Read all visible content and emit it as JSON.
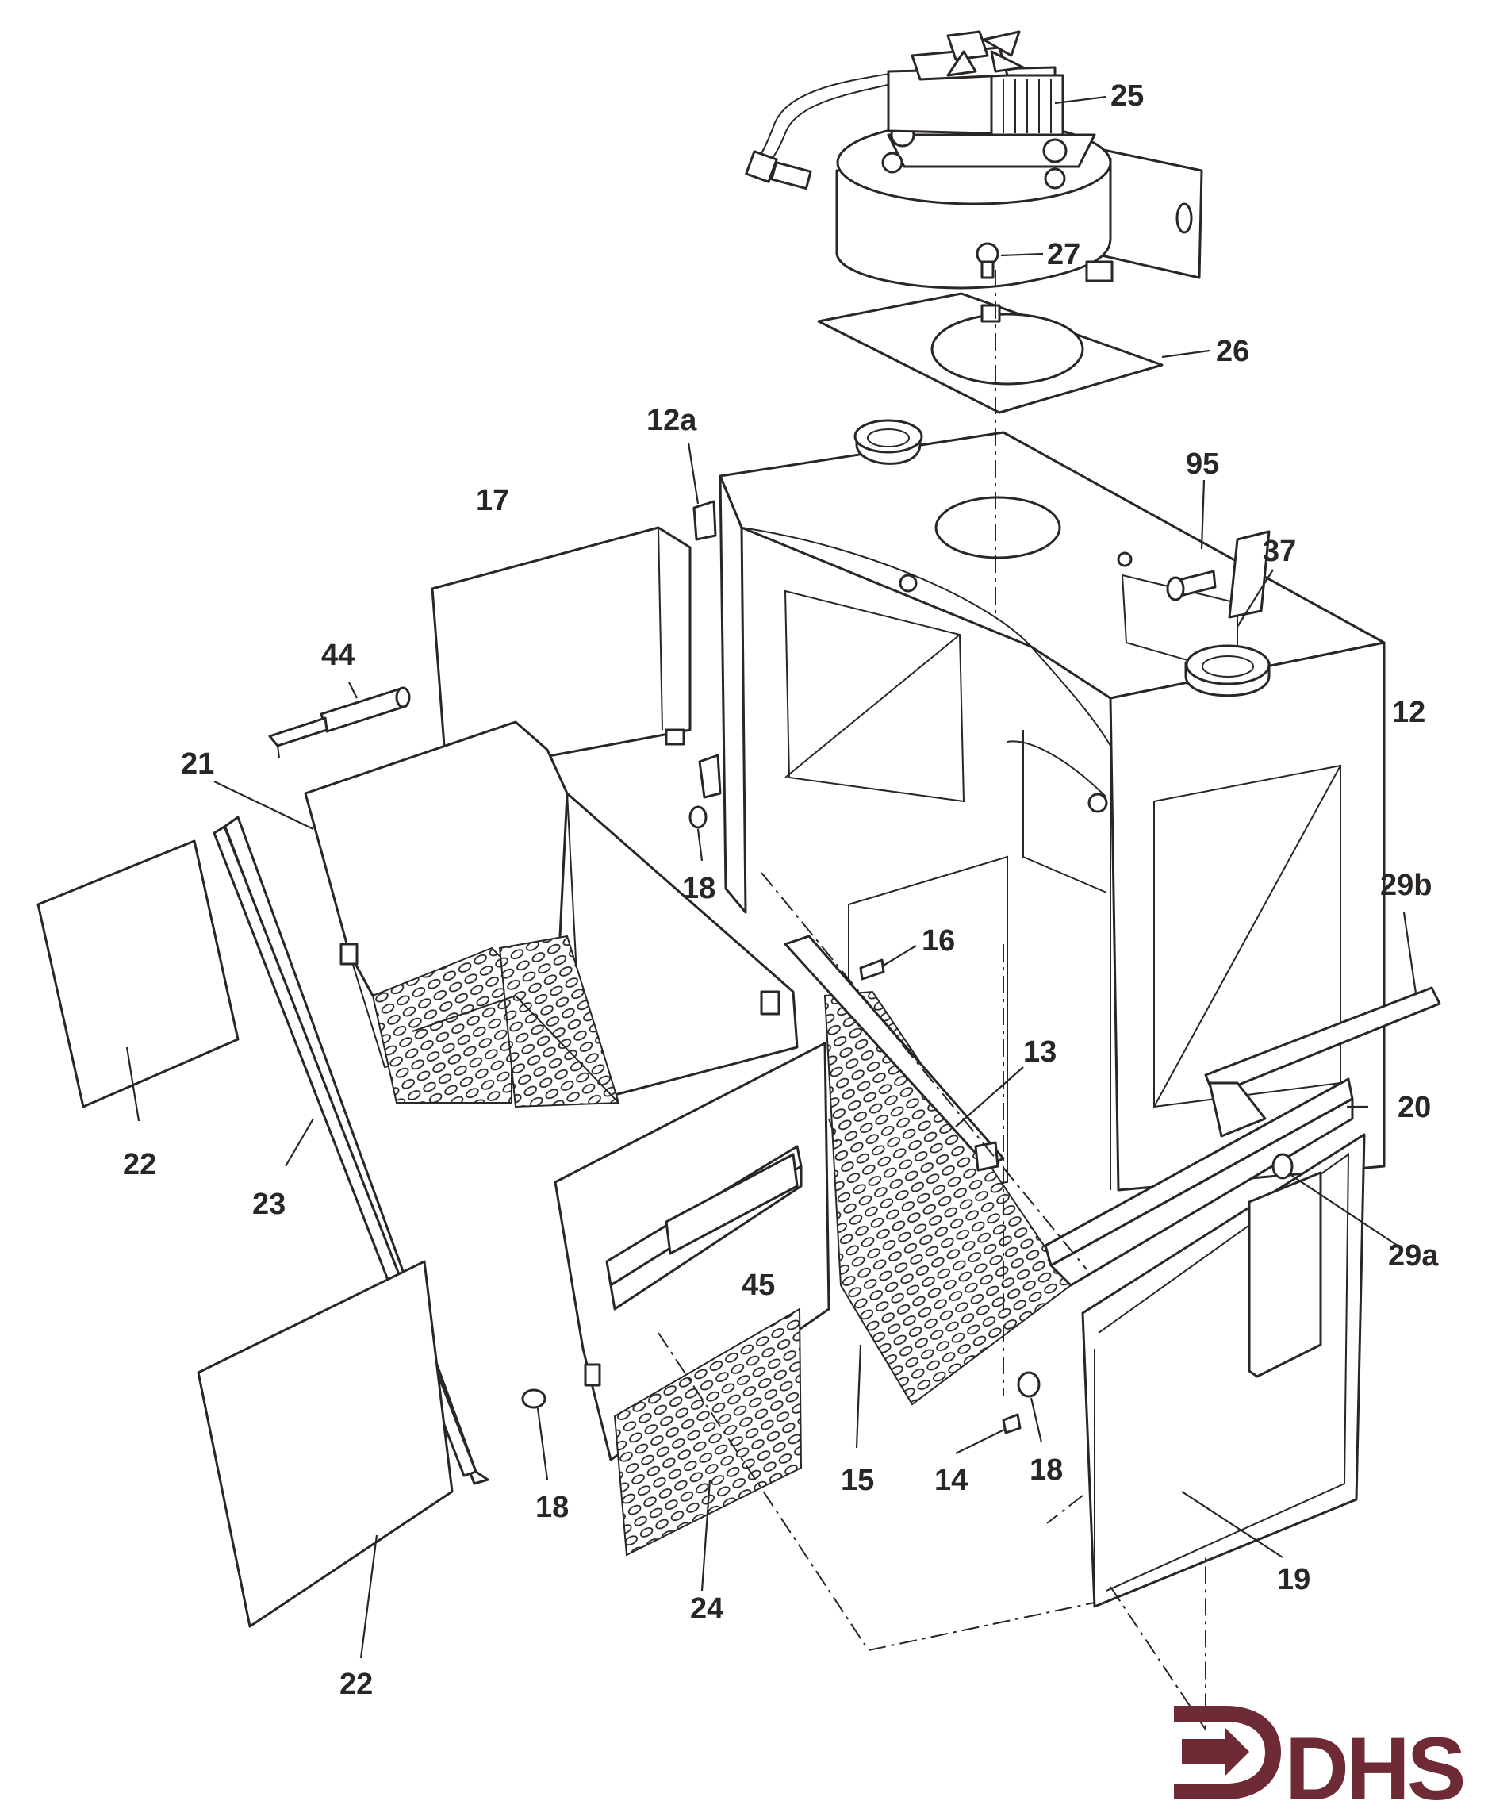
{
  "labels": {
    "p25": "25",
    "p27": "27",
    "p26": "26",
    "p12a": "12a",
    "p95": "95",
    "p37": "37",
    "p17": "17",
    "p44": "44",
    "p12": "12",
    "p21": "21",
    "p18a": "18",
    "p29b": "29b",
    "p16": "16",
    "p13": "13",
    "p20": "20",
    "p22a": "22",
    "p23": "23",
    "p29a": "29a",
    "p45": "45",
    "p15": "15",
    "p14": "14",
    "p18b": "18",
    "p18c": "18",
    "p19": "19",
    "p24": "24",
    "p22b": "22"
  },
  "logo": {
    "text": "DHS",
    "color": "#6e2a35"
  },
  "line_color": "#2a2624"
}
